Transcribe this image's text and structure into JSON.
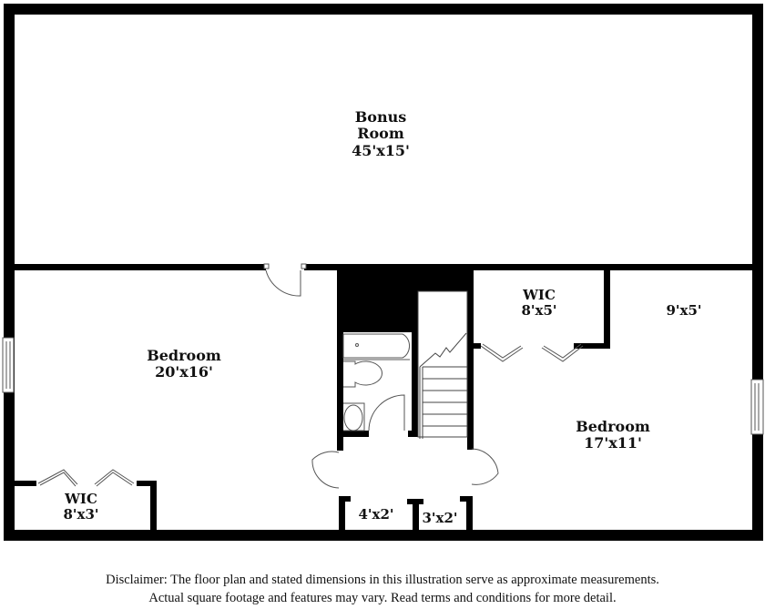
{
  "plan": {
    "rooms": [
      {
        "id": "bonus-room",
        "name": "Bonus Room",
        "name_line1": "Bonus",
        "name_line2": "Room",
        "dims": "45'x15'"
      },
      {
        "id": "bedroom-left",
        "name": "Bedroom",
        "dims": "20'x16'"
      },
      {
        "id": "wic-left",
        "name": "WIC",
        "dims": "8'x3'"
      },
      {
        "id": "closet-4x2",
        "name": "",
        "dims": "4'x2'"
      },
      {
        "id": "closet-3x2",
        "name": "",
        "dims": "3'x2'"
      },
      {
        "id": "wic-right",
        "name": "WIC",
        "dims": "8'x5'"
      },
      {
        "id": "nook-9x5",
        "name": "",
        "dims": "9'x5'"
      },
      {
        "id": "bedroom-right",
        "name": "Bedroom",
        "dims": "17'x11'"
      }
    ],
    "colors": {
      "wall": "#000000",
      "background": "#ffffff",
      "fixture_line": "#555555"
    }
  },
  "disclaimer": {
    "line1": "Disclaimer: The floor plan and stated dimensions in this illustration serve as approximate measurements.",
    "line2": "Actual square footage and features may vary. Read terms and conditions for more detail."
  }
}
